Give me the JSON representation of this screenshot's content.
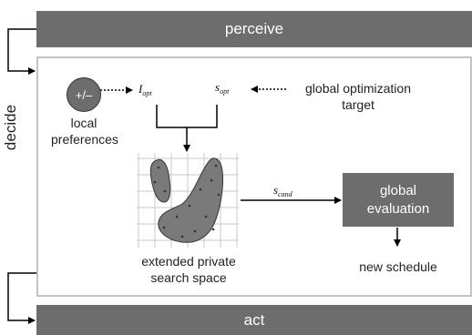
{
  "bands": {
    "perceive": "perceive",
    "act": "act"
  },
  "frame": {
    "decide": "decide"
  },
  "local": {
    "symbol": "+/–",
    "line1": "local",
    "line2": "preferences"
  },
  "vars": {
    "i_main": "I",
    "i_sub": "opt",
    "s_main": "s",
    "s_sub": "opt",
    "scand_main": "s",
    "scand_sub": "cand"
  },
  "global_target": {
    "line1": "global optimization",
    "line2": "target"
  },
  "search": {
    "line1": "extended private",
    "line2": "search space"
  },
  "evaluation": {
    "line1": "global",
    "line2": "evaluation"
  },
  "result": {
    "label": "new schedule"
  }
}
